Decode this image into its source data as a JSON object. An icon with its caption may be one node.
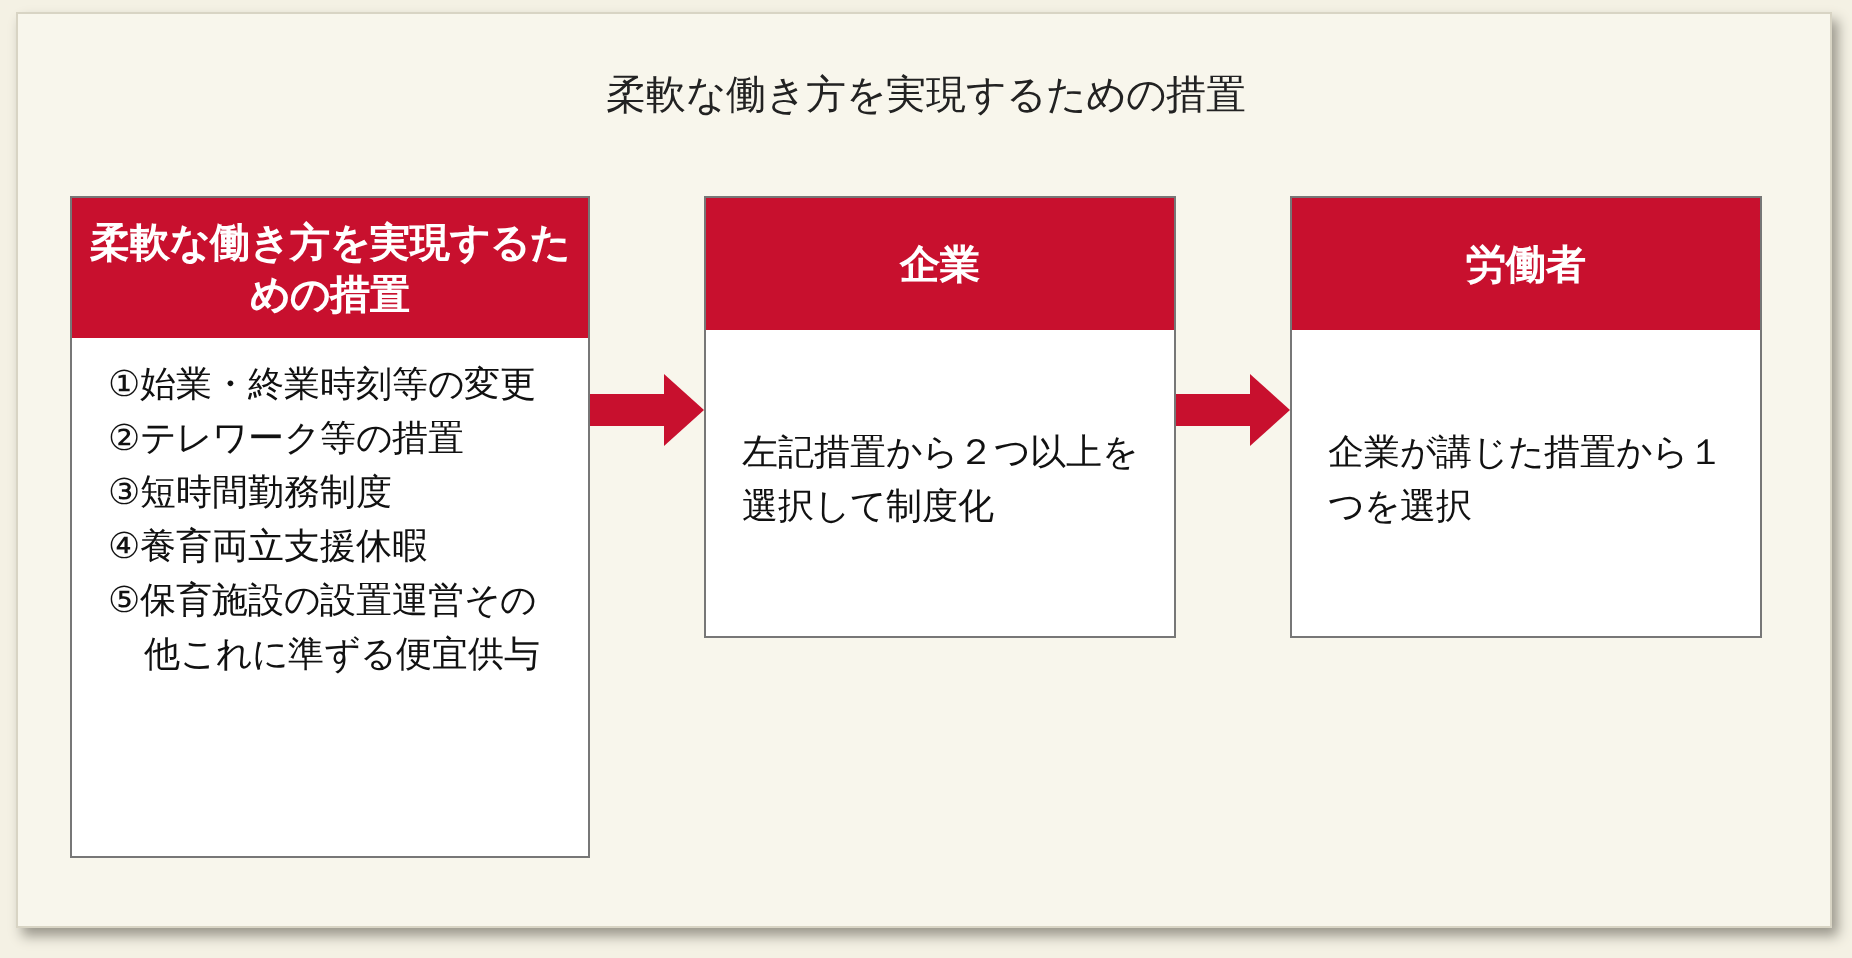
{
  "diagram": {
    "title": "柔軟な働き方を実現するための措置",
    "nodes": [
      {
        "text": [
          "柔軟な働き方を実現するための措置",
          "①始業・終業時刻等の変更",
          "②テレワーク等の措置",
          "③短時間勤務制度",
          "④養育両立支援休暇",
          "⑤保育施設の設置運営その他これに準ずる便宜供与"
        ]
      },
      {
        "text": [
          "企業",
          "左記措置から２つ以上を選択して制度化"
        ]
      },
      {
        "text": [
          "労働者",
          "企業が講じた措置から１つを選択"
        ]
      }
    ],
    "edges": [
      {
        "from": 0,
        "to": 1,
        "arrow": "to"
      },
      {
        "from": 1,
        "to": 2,
        "arrow": "to"
      }
    ]
  }
}
